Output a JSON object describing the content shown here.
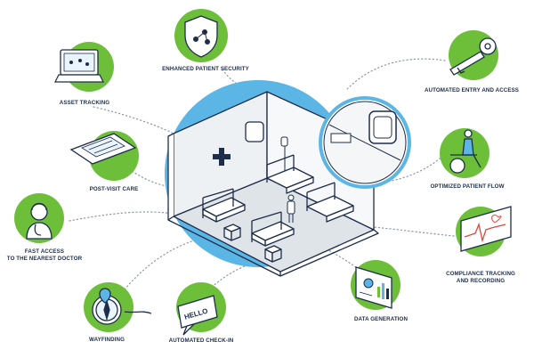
{
  "colors": {
    "green": "#6dbf3a",
    "green_dark": "#4f9a26",
    "navy": "#1e2d4a",
    "blue_circle": "#5bb6e6",
    "wall_gray": "#eef1f4",
    "floor_gray": "#dfe4e9",
    "dots": "#8a96a8"
  },
  "nodes": {
    "security": {
      "label": "ENHANCED PATIENT SECURITY",
      "icon": "shield-network-icon"
    },
    "asset": {
      "label": "ASSET TRACKING",
      "icon": "monitor-icon"
    },
    "entry": {
      "label": "AUTOMATED ENTRY AND ACCESS",
      "icon": "key-icon"
    },
    "postvisit": {
      "label": "POST-VISIT CARE",
      "icon": "clipboard-icon"
    },
    "flow": {
      "label": "OPTIMIZED PATIENT FLOW",
      "icon": "wheelchair-icon"
    },
    "doctor": {
      "lines": [
        "FAST ACCESS",
        "TO THE NEAREST DOCTOR"
      ],
      "icon": "doctor-icon"
    },
    "compliance": {
      "lines": [
        "COMPLIANCE TRACKING",
        "AND RECORDING"
      ],
      "icon": "heartbeat-monitor-icon"
    },
    "wayfinding": {
      "label": "WAYFINDING",
      "icon": "compass-map-icon"
    },
    "checkin": {
      "label": "AUTOMATED CHECK-IN",
      "icon": "speech-bubble-icon",
      "bubble_text": "HELLO"
    },
    "datagen": {
      "label": "DATA GENERATION",
      "icon": "dashboard-icon"
    }
  }
}
